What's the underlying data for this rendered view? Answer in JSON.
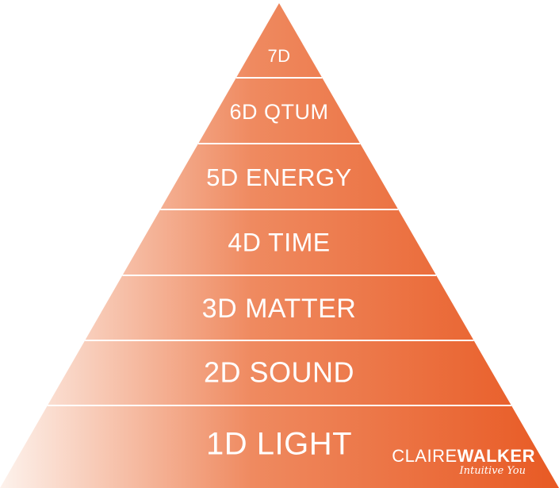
{
  "layers": [
    {
      "label": "7D"
    },
    {
      "label": "6D QTUM"
    },
    {
      "label": "5D ENERGY"
    },
    {
      "label": "4D TIME"
    },
    {
      "label": "3D MATTER"
    },
    {
      "label": "2D SOUND"
    },
    {
      "label": "1D LIGHT"
    }
  ],
  "brand": {
    "name_part1": "CLAIRE",
    "name_part2": "WALKER",
    "tagline": "Intuitive You"
  },
  "colors": {
    "gradient_left": "#fdf2ec",
    "gradient_mid": "#ef8a60",
    "gradient_right": "#e85a24",
    "separator": "#ffffff",
    "text": "#ffffff"
  }
}
